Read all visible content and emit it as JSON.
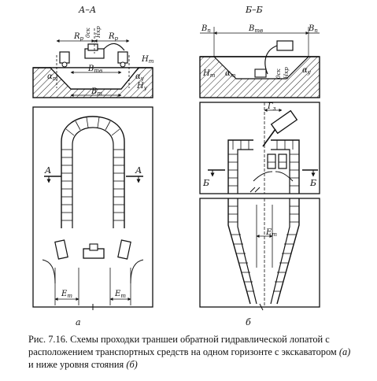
{
  "figure": {
    "section_a_title": "А–А",
    "section_b_title": "Б–Б",
    "label_a": "а",
    "label_b": "б",
    "section_mark_a": "А",
    "section_mark_b": "Б",
    "dims": {
      "r_p": "R",
      "r_p_sub": "р",
      "b_tv": "В",
      "b_tv_sub": "тв",
      "b_t": "В",
      "b_t_sub": "т",
      "b_n": "В",
      "b_n_sub": "п",
      "e_t": "Е",
      "e_t_sub": "т",
      "h_t": "Н",
      "h_t_sub": "т",
      "h_y": "Н",
      "h_y_sub": "у",
      "alpha_t": "α",
      "alpha_t_sub": "т",
      "alpha_y": "α",
      "alpha_y_sub": "у",
      "r_z": "Г",
      "r_z_sub": "з",
      "osk": "0ск",
      "r_kp": "Нкр"
    }
  },
  "caption": {
    "prefix": "Рис. 7.16.",
    "text": " Схемы проходки траншеи обратной гидравлической лопатой с расположением транспортных средств на одном горизонте с экскаватором ",
    "a": "(а)",
    "mid": " и ниже уровня стояния ",
    "b": "(б)"
  }
}
